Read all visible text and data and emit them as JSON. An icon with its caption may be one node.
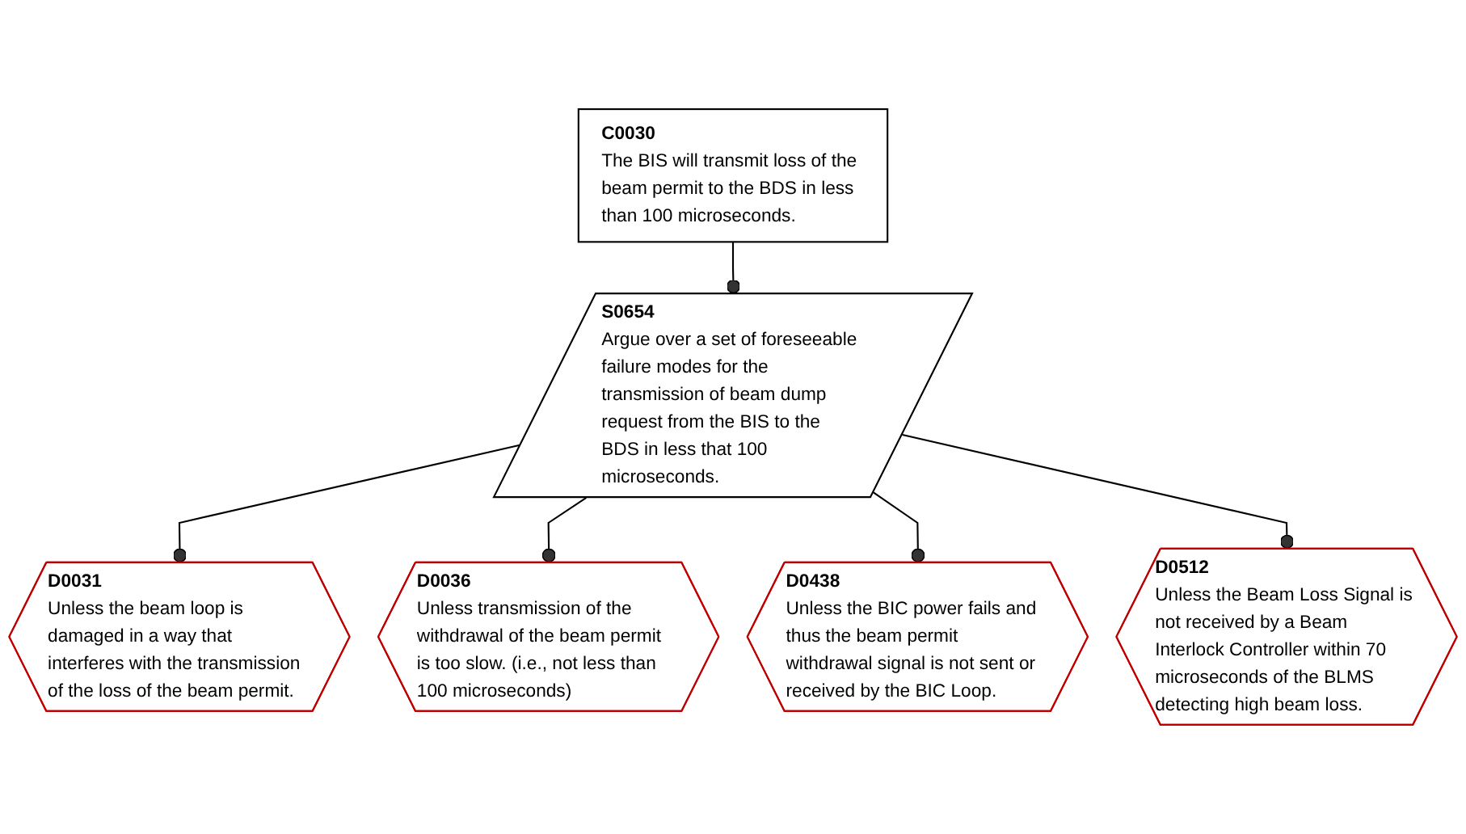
{
  "diagram": {
    "nodes": [
      {
        "text": [
          "C0030",
          "The BIS will transmit loss of the beam permit to the BDS in less than 100 microseconds."
        ]
      },
      {
        "text": [
          "S0654",
          "Argue over a set of foreseeable failure modes for the transmission of beam dump request from the BIS to the BDS in less that 100 microseconds."
        ]
      },
      {
        "text": [
          "D0031",
          "Unless the beam loop is damaged in a way that interferes with the transmission of the loss of the beam permit."
        ]
      },
      {
        "text": [
          "D0036",
          "Unless transmission of the withdrawal of the beam permit is too slow. (i.e., not less than 100 microseconds)"
        ]
      },
      {
        "text": [
          "D0438",
          "Unless the BIC power fails and thus the beam permit withdrawal signal is not sent or received by the BIC Loop."
        ]
      },
      {
        "text": [
          "D0512",
          "Unless the Beam Loss Signal is not received by a Beam Interlock Controller within 70 microseconds of the BLMS detecting high beam loss."
        ]
      }
    ],
    "edges": [
      {
        "from": 0,
        "to": 1,
        "arrow": "other"
      },
      {
        "from": 1,
        "to": 2,
        "arrow": "other"
      },
      {
        "from": 1,
        "to": 3,
        "arrow": "other"
      },
      {
        "from": 1,
        "to": 4,
        "arrow": "other"
      },
      {
        "from": 1,
        "to": 5,
        "arrow": "other"
      }
    ]
  }
}
